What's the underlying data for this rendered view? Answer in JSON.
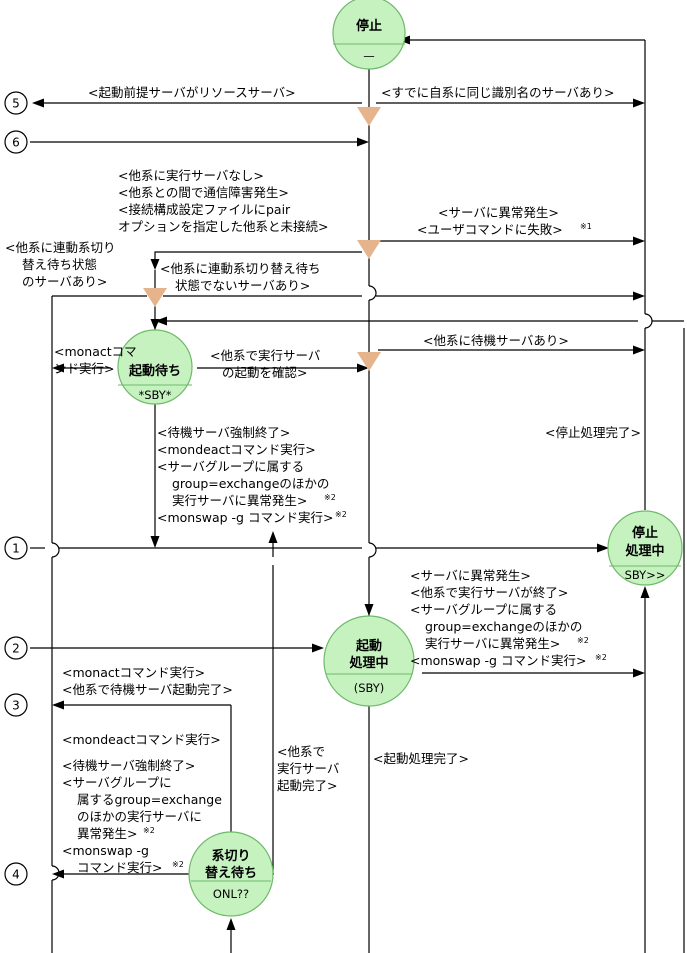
{
  "states": {
    "stop": {
      "name": "停止",
      "sub": "—"
    },
    "start_wait": {
      "name": "起動待ち",
      "sub": "*SBY*"
    },
    "stopping": {
      "name1": "停止",
      "name2": "処理中",
      "sub": "SBY>>"
    },
    "starting": {
      "name1": "起動",
      "name2": "処理中",
      "sub": "(SBY)"
    },
    "switch_wait": {
      "name1": "系切り",
      "name2": "替え待ち",
      "sub": "ONL??"
    }
  },
  "terminals": [
    "1",
    "2",
    "3",
    "4",
    "5",
    "6"
  ],
  "labels": {
    "l1": "<起動前提サーバがリソースサーバ>",
    "l2": "<すでに自系に同じ識別名のサーバあり>",
    "l3": [
      "<他系に実行サーバなし>",
      "<他系との間で通信障害発生>",
      "<接続構成設定ファイルにpair",
      "オプションを指定した他系と未接続>"
    ],
    "l4": [
      "<サーバに異常発生>",
      "<ユーザコマンドに失敗>"
    ],
    "l5": [
      "<他系に連動系切り",
      "替え待ち状態",
      "のサーバあり>"
    ],
    "l6": [
      "<他系に連動系切り替え待ち",
      "状態でないサーバあり>"
    ],
    "l7": "<他系に待機サーバあり>",
    "l8": [
      "<monactコマ",
      "ンド実行>"
    ],
    "l9": [
      "<他系で実行サーバ",
      "の起動を確認>"
    ],
    "l10": "<停止処理完了>",
    "l11": [
      "<待機サーバ強制終了>",
      "<mondeactコマンド実行>",
      "<サーバグループに属する",
      "group=exchangeのほかの",
      "実行サーバに異常発生>",
      "<monswap -g コマンド実行>"
    ],
    "l12": [
      "<サーバに異常発生>",
      "<他系で実行サーバが終了>",
      "<サーバグループに属する",
      "group=exchangeのほかの",
      "実行サーバに異常発生>",
      "<monswap -g  コマンド実行>"
    ],
    "l13": [
      "<monactコマンド実行>",
      "<他系で待機サーバ起動完了>"
    ],
    "l14": "<mondeactコマンド実行>",
    "l15": [
      "<他系で",
      "実行サーバ",
      "起動完了>"
    ],
    "l16": "<起動処理完了>",
    "l17": [
      "<待機サーバ強制終了>",
      "<サーバグループに",
      "属するgroup=exchange",
      "のほかの実行サーバに",
      "異常発生>",
      "<monswap -g",
      "コマンド実行>"
    ]
  },
  "notes": {
    "n1": "※1",
    "n2": "※2"
  }
}
